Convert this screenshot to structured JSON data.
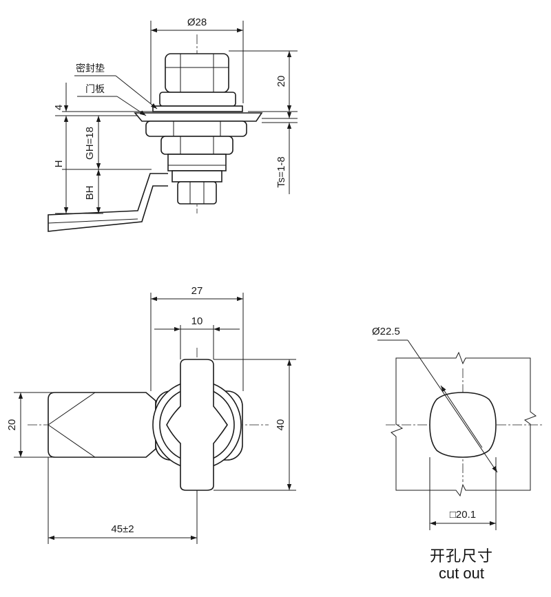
{
  "side_view": {
    "dia_top": "Ø28",
    "height_20": "20",
    "label_gasket": "密封垫",
    "label_door_panel": "门板",
    "dim_4": "4",
    "dim_h": "H",
    "dim_gh": "GH=18",
    "dim_bh": "BH",
    "dim_ts": "Ts=1-8"
  },
  "front_view": {
    "width_27": "27",
    "width_10": "10",
    "height_40": "40",
    "height_20": "20",
    "length_45": "45±2"
  },
  "cutout_view": {
    "diameter": "Ø22.5",
    "square": "□20.1",
    "caption_cn": "开孔尺寸",
    "caption_en": "cut out"
  }
}
